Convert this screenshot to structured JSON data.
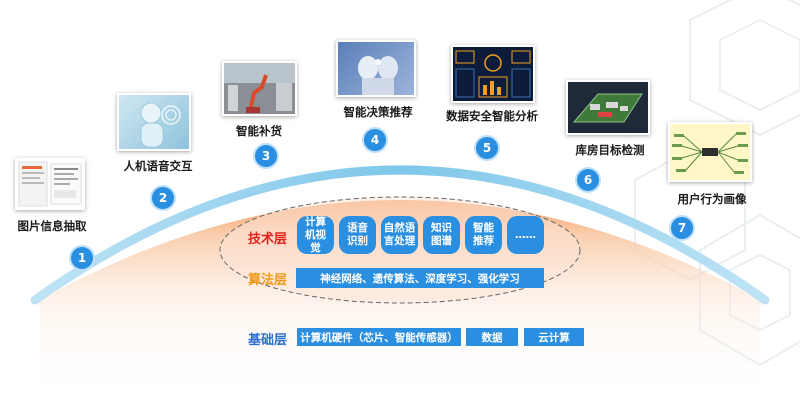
{
  "colors": {
    "accent_blue": "#2a8fe0",
    "tech_label": "#e8201c",
    "algo_label": "#f09a1a",
    "base_label": "#2a6fd0",
    "dome_orange": "#f5a56b"
  },
  "steps": [
    {
      "num": "1",
      "label": "图片信息抽取",
      "icon": "document-scan-thumbnail"
    },
    {
      "num": "2",
      "label": "人机语音交互",
      "icon": "robot-voice-thumbnail"
    },
    {
      "num": "3",
      "label": "智能补货",
      "icon": "warehouse-robot-thumbnail"
    },
    {
      "num": "4",
      "label": "智能决策推荐",
      "icon": "ai-robot-thumbnail"
    },
    {
      "num": "5",
      "label": "数据安全智能分析",
      "icon": "dashboard-thumbnail"
    },
    {
      "num": "6",
      "label": "库房目标检测",
      "icon": "warehouse-3d-thumbnail"
    },
    {
      "num": "7",
      "label": "用户行为画像",
      "icon": "mindmap-thumbnail"
    }
  ],
  "layers": {
    "tech": {
      "label": "技术层",
      "items": [
        "计算机视觉",
        "语音识别",
        "自然语言处理",
        "知识图谱",
        "智能推荐",
        "……"
      ]
    },
    "algo": {
      "label": "算法层",
      "content": "神经网络、遗传算法、深度学习、强化学习"
    },
    "base": {
      "label": "基础层",
      "items": [
        "计算机硬件（芯片、智能传感器）",
        "数据",
        "云计算"
      ]
    }
  }
}
